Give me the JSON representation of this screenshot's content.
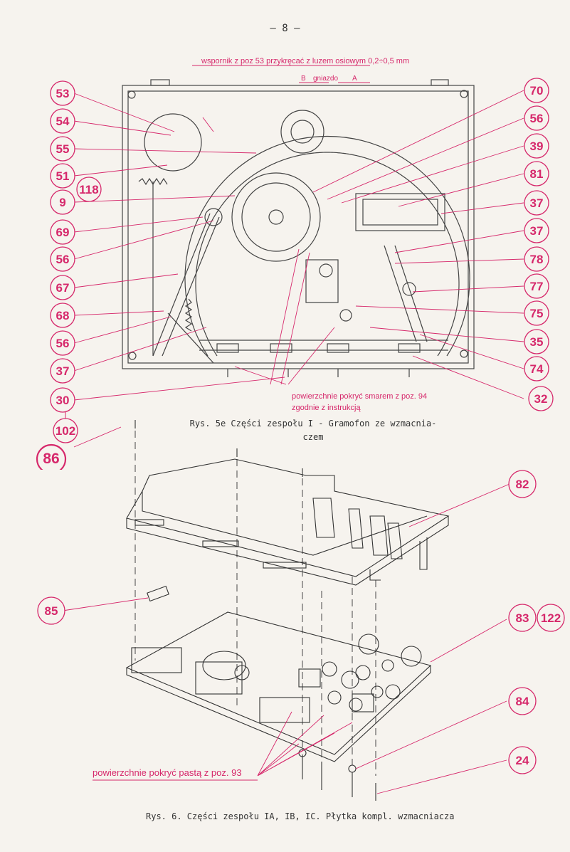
{
  "page": {
    "number": "— 8 —"
  },
  "figure1": {
    "top_note": "wspornik z poz 53 przykręcać z luzem osiowym 0,2÷0,5 mm",
    "socket_label_b": "B",
    "socket_label": "gniazdo",
    "socket_label_a": "A",
    "grease_note_line1": "powierzchnie pokryć smarem z poz. 94",
    "grease_note_line2": "zgodnie z instrukcją",
    "caption_line1": "Rys. 5e Części zespołu I - Gramofon ze wzmacnia-",
    "caption_line2": "czem",
    "left_callouts": [
      "53",
      "54",
      "55",
      "51",
      "118",
      "9",
      "69",
      "56",
      "67",
      "68",
      "56",
      "37",
      "30",
      "102",
      "86"
    ],
    "right_callouts": [
      "70",
      "56",
      "39",
      "81",
      "37",
      "37",
      "78",
      "77",
      "75",
      "35",
      "74",
      "32"
    ]
  },
  "figure2": {
    "paste_note": "powierzchnie pokryć pastą z poz. 93",
    "caption": "Rys. 6. Części zespołu IA, IB, IC. Płytka kompl. wzmacniacza",
    "callouts": [
      "82",
      "85",
      "83",
      "122",
      "84",
      "24"
    ]
  },
  "colors": {
    "callout": "#d6286b",
    "ink": "#333333",
    "paper": "#f6f3ee"
  }
}
